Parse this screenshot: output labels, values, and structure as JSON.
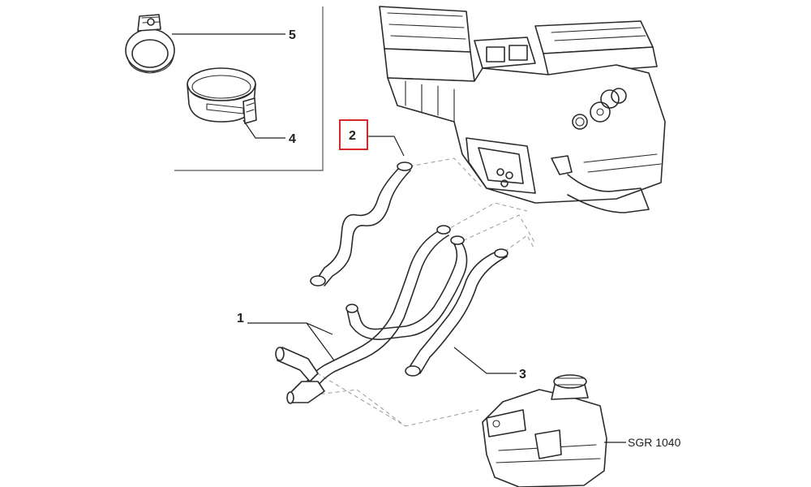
{
  "callouts": {
    "c1": "1",
    "c2": "2",
    "c3": "3",
    "c4": "4",
    "c5": "5"
  },
  "diagram_code": "SGR 1040",
  "highlight_color": "#d62828"
}
